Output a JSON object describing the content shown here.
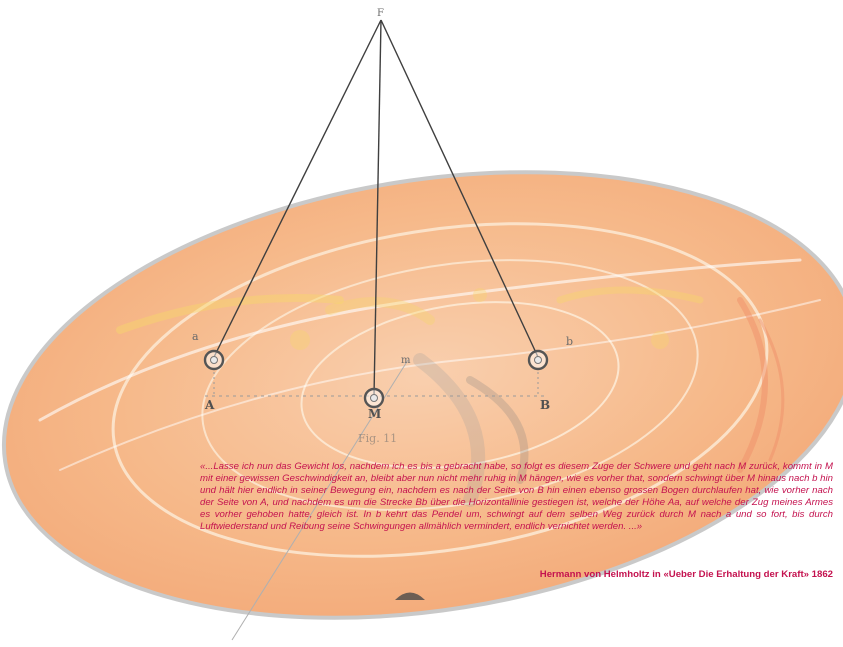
{
  "figure": {
    "labels": {
      "pivot": "F",
      "left_top": "a",
      "right_top": "b",
      "middle_mark": "m",
      "left_bottom": "A",
      "middle_bottom": "M",
      "right_bottom": "B",
      "caption": "Fig. 11"
    },
    "colors": {
      "ellipse_fill": "#f6b98a",
      "ellipse_stroke": "#c9c9c9",
      "lines": "#3f3f3f",
      "text_accent": "#c4124f"
    }
  },
  "quote": {
    "text": "«...Lasse ich nun das Gewicht los, nachdem ich es bis a gebracht habe, so folgt es diesem Zuge der Schwere und geht nach M zurück, kommt in M mit einer gewissen Geschwindigkeit an, bleibt aber nun nicht mehr ruhig in M hängen, wie es vorher that, sondern schwingt über M hinaus nach b hin und hält hier endlich in seiner Bewegung ein, nachdem es nach der Seite von B hin einen ebenso grossen Bogen durchlaufen hat, wie vorher nach der Seite von A, und nachdem es um die Strecke Bb über die Horizontallinie gestiegen ist, welche der Höhe Aa, auf welche der Zug meines Armes es vorher gehoben hatte, gleich ist. In b kehrt das Pendel um, schwingt auf dem selben Weg zurück durch M nach a und so fort, bis durch Luftwiederstand und Reibung seine Schwingungen allmählich vermindert, endlich vernichtet werden. ...»",
    "attribution": "Hermann von Helmholtz in «Ueber Die Erhaltung der Kraft» 1862"
  }
}
